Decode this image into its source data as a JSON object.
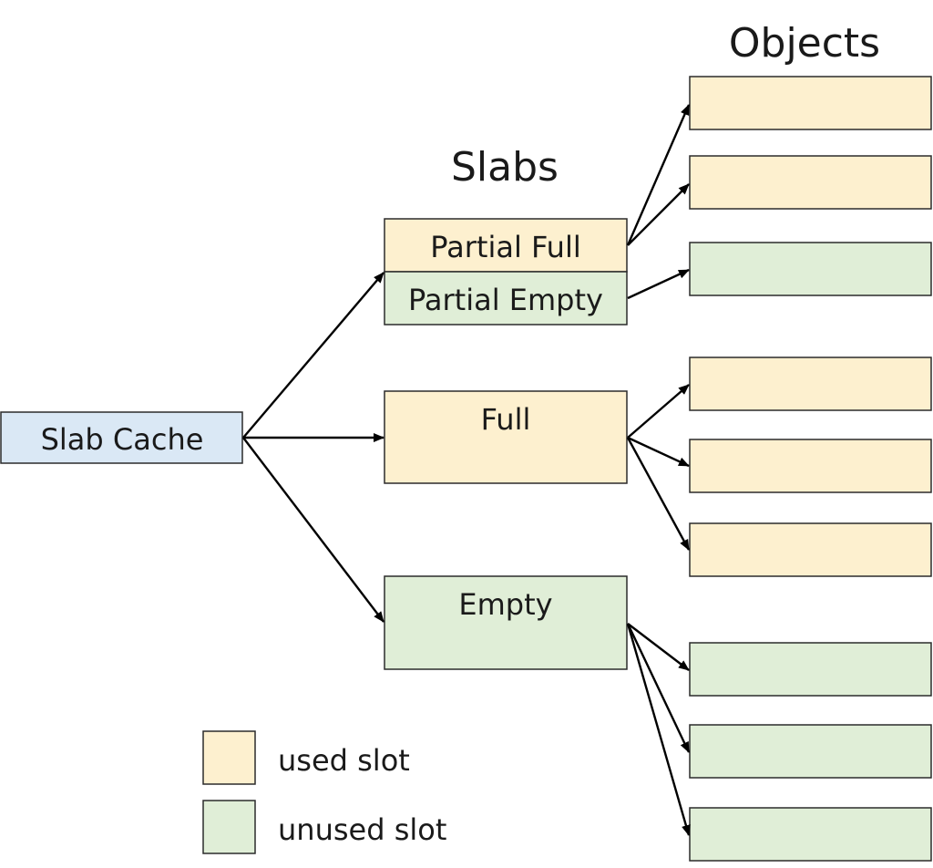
{
  "headings": {
    "objects": "Objects",
    "slabs": "Slabs"
  },
  "cache": {
    "label": "Slab Cache",
    "color": "#dae8f5"
  },
  "slabs": {
    "partial_full": "Partial Full",
    "partial_empty": "Partial Empty",
    "full": "Full",
    "empty": "Empty"
  },
  "legend": {
    "used": "used slot",
    "unused": "unused slot"
  },
  "colors": {
    "used": "#fdf0cf",
    "unused": "#e0eed7",
    "stroke": "#2b2b2b",
    "arrow": "#000000"
  }
}
